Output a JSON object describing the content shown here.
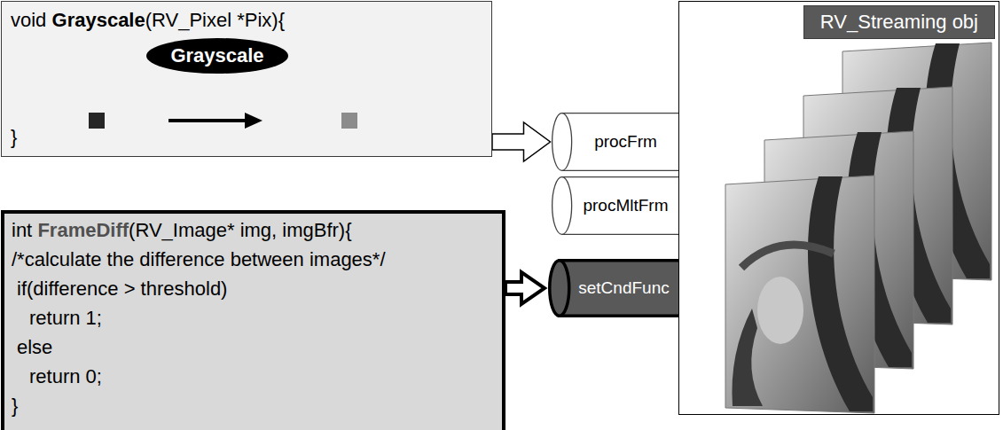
{
  "diagram": {
    "nodes": [
      {
        "text": [
          "void",
          "Grayscale",
          "(RV_Pixel *Pix){",
          "}"
        ]
      },
      {
        "text": [
          "Grayscale"
        ],
        "in": 0
      },
      {
        "text": [
          "int",
          "FrameDiff",
          "(RV_Image* img, imgBfr){",
          "/*calculate the difference between images*/",
          "if(difference > threshold)",
          "return 1;",
          "else",
          "return 0;",
          "}"
        ]
      },
      {
        "text": [
          "RV_Streaming obj"
        ]
      },
      {
        "text": [
          "procFrm"
        ],
        "in": 3
      },
      {
        "text": [
          "procMltFrm"
        ],
        "in": 3
      },
      {
        "text": [
          "setCndFunc"
        ],
        "in": 3
      }
    ],
    "edges": [
      {
        "from": 0,
        "to": 4,
        "arrow": "to"
      },
      {
        "from": 2,
        "to": 6,
        "arrow": "to"
      }
    ]
  }
}
